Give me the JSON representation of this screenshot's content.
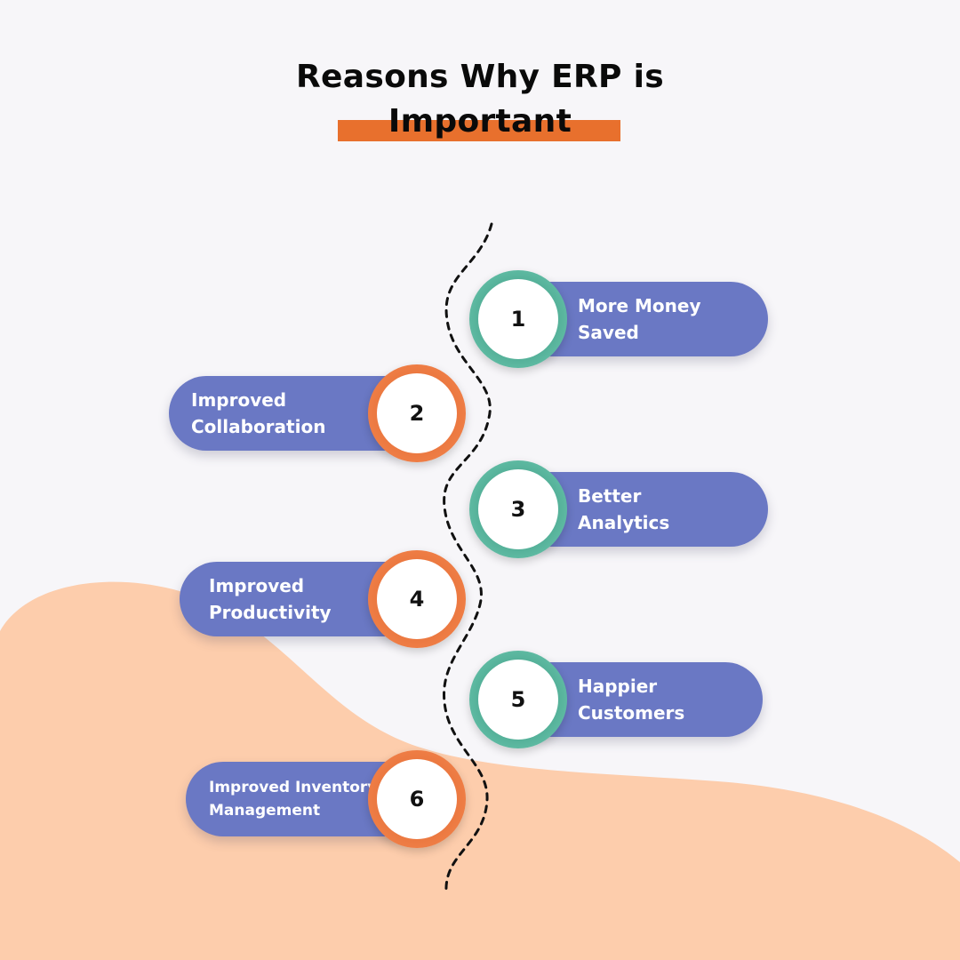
{
  "title": {
    "line1": "Reasons Why ERP is",
    "line2": "Important"
  },
  "reasons": [
    {
      "number": "1",
      "label": "More Money Saved"
    },
    {
      "number": "2",
      "label": "Improved Collaboration"
    },
    {
      "number": "3",
      "label": "Better Analytics"
    },
    {
      "number": "4",
      "label": "Improved Productivity"
    },
    {
      "number": "5",
      "label": "Happier Customers"
    },
    {
      "number": "6",
      "label": "Improved Inventory Management"
    }
  ],
  "colors": {
    "background": "#f7f6f9",
    "blob": "#fdcdac",
    "pill": "#6a78c4",
    "accent": "#e8702d",
    "badge_green": "#5db9a1",
    "badge_orange": "#ee7d45"
  }
}
